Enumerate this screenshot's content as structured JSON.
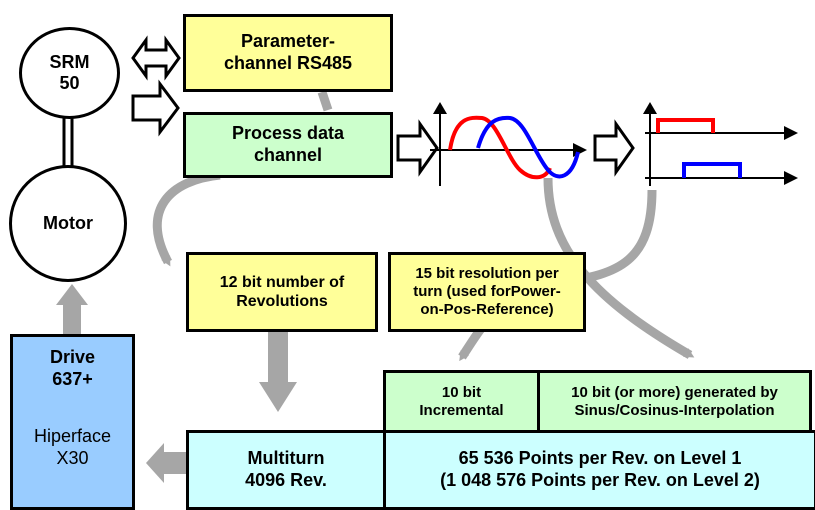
{
  "srm": {
    "line1": "SRM",
    "line2": "50"
  },
  "motor": {
    "label": "Motor"
  },
  "param_channel": {
    "line1": "Parameter-",
    "line2": "channel RS485"
  },
  "process_channel": {
    "line1": "Process data",
    "line2": "channel"
  },
  "revolutions": {
    "line1": "12 bit number of",
    "line2": "Revolutions"
  },
  "resolution": {
    "line1": "15 bit resolution per",
    "line2": "turn  (used forPower-",
    "line3": "on-Pos-Reference)"
  },
  "incremental": {
    "line1": "10 bit",
    "line2": "Incremental"
  },
  "interpolation": {
    "line1": "10 bit (or more) generated by",
    "line2": "Sinus/Cosinus-Interpolation"
  },
  "drive": {
    "line1": "Drive",
    "line2": "637+",
    "line3": "Hiperface",
    "line4": "X30"
  },
  "multiturn": {
    "line1": "Multiturn",
    "line2": "4096 Rev."
  },
  "points": {
    "line1": "65 536 Points per Rev. on Level 1",
    "line2": "(1 048 576 Points per Rev. on Level 2)"
  },
  "colors": {
    "yellow_box": "#ffff99",
    "green_box": "#ccffcc",
    "cyan_box": "#ccffff",
    "drive_box": "#99ccff",
    "arrow_gray": "#a6a6a6",
    "sine_red": "#ff0000",
    "cosine_blue": "#0000ff"
  },
  "icons": [
    "double-arrow-icon",
    "right-arrow-icon",
    "sine-cosine-wave-icon",
    "square-pulse-icon"
  ]
}
